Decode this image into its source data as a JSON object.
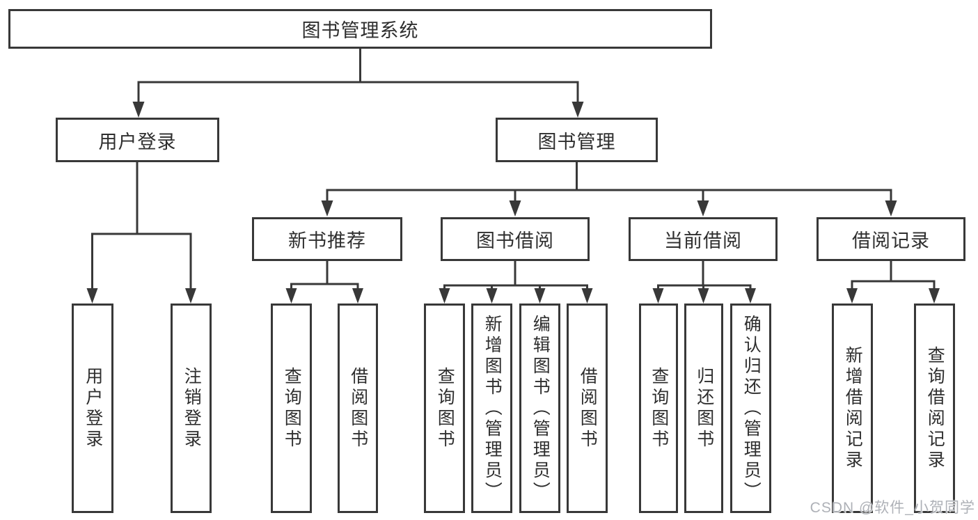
{
  "diagram": {
    "title": "图书管理系统",
    "root": {
      "label": "图书管理系统"
    },
    "branches": [
      {
        "label": "用户登录",
        "children": [
          {
            "label": "用户登录"
          },
          {
            "label": "注销登录"
          }
        ]
      },
      {
        "label": "图书管理",
        "children": [
          {
            "label": "新书推荐",
            "children": [
              {
                "label": "查询图书"
              },
              {
                "label": "借阅图书"
              }
            ]
          },
          {
            "label": "图书借阅",
            "children": [
              {
                "label": "查询图书"
              },
              {
                "label": "新增图书（管理员）"
              },
              {
                "label": "编辑图书（管理员）"
              },
              {
                "label": "借阅图书"
              }
            ]
          },
          {
            "label": "当前借阅",
            "children": [
              {
                "label": "查询图书"
              },
              {
                "label": "归还图书"
              },
              {
                "label": "确认归还（管理员）"
              }
            ]
          },
          {
            "label": "借阅记录",
            "children": [
              {
                "label": "新增借阅记录"
              },
              {
                "label": "查询借阅记录"
              }
            ]
          }
        ]
      }
    ],
    "colors": {
      "line": "#383838",
      "text": "#2e2e2e",
      "background": "#ffffff",
      "watermark": "#aeb1b7"
    }
  },
  "watermark": {
    "text": "CSDN @软件_小贺同学"
  }
}
